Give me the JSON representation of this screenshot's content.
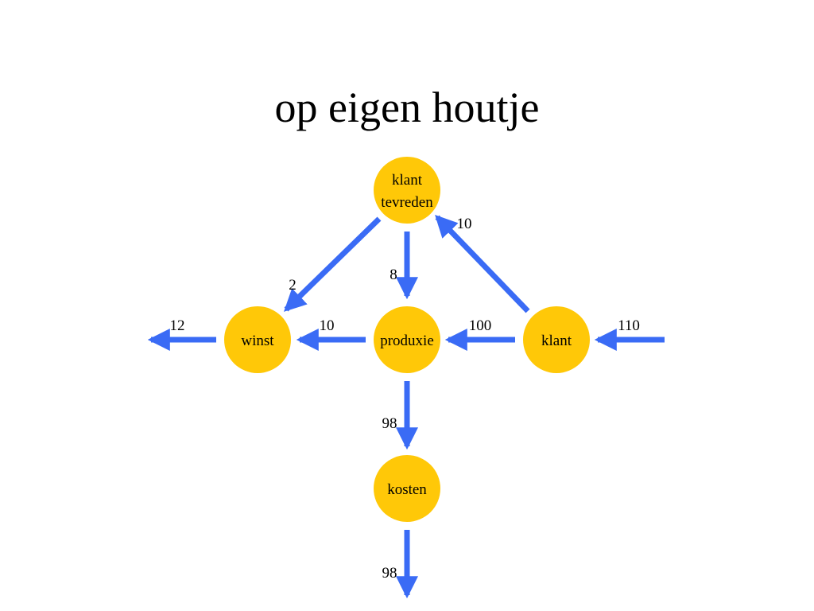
{
  "title": "op eigen houtje",
  "colors": {
    "node_fill": "#FFC808",
    "arrow": "#3A6BF5"
  },
  "nodes": {
    "klant_tevreden": {
      "line1": "klant",
      "line2": "tevreden"
    },
    "winst": {
      "label": "winst"
    },
    "produxie": {
      "label": "produxie"
    },
    "klant": {
      "label": "klant"
    },
    "kosten": {
      "label": "kosten"
    }
  },
  "flows": {
    "tevreden_to_winst": "2",
    "tevreden_to_produxie": "8",
    "klant_to_tevreden": "10",
    "winst_out": "12",
    "produxie_to_winst": "10",
    "klant_to_produxie": "100",
    "in_to_klant": "110",
    "produxie_to_kosten": "98",
    "kosten_out": "98"
  }
}
